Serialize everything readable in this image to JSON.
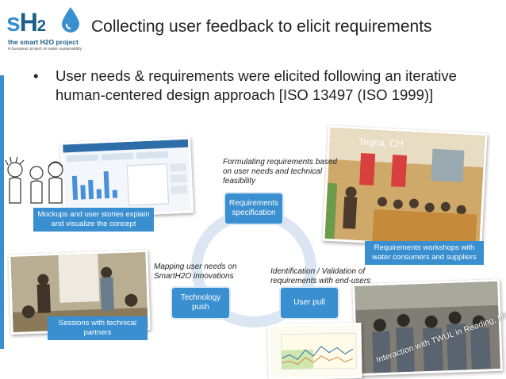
{
  "logo": {
    "letters_s": "s",
    "letters_h": "H",
    "letters_2": "2",
    "tagline": "the smart H2O project",
    "subtagline": "A European project on water sustainability",
    "accent": "#3a8fd0"
  },
  "title": "Collecting user feedback to elicit requirements",
  "bullet": {
    "marker": "•",
    "text": "User needs & requirements were elicited following an iterative human-centered design approach [ISO 13497 (ISO 1999)]"
  },
  "cycle": {
    "nodes": {
      "requirements": "Requirements specification",
      "technology": "Technology push",
      "user": "User pull"
    },
    "notes": {
      "formulating": "Formulating requirements based on user needs and technical feasibility",
      "mapping": "Mapping user needs on SmartH2O innovations",
      "identification": "Identification / Validation of requirements with end-users"
    }
  },
  "captions": {
    "mockups": "Mockups and user stories explain and visualize the concept",
    "workshops": "Requirements workshops with water consumers and suppliers",
    "sessions": "Sessions with technical partners"
  },
  "photo_labels": {
    "tegna": "Tegna, CH",
    "twul": "Interaction with TWUL in Reading, UK"
  },
  "colors": {
    "node_blue": "#3a8fd0",
    "cycle_ring": "#dbe6f2"
  }
}
